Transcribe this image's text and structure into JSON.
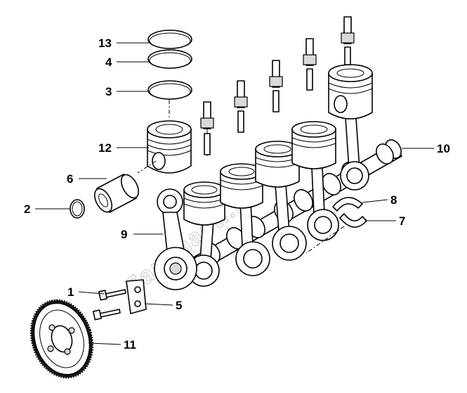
{
  "callouts": {
    "c13": "13",
    "c4": "4",
    "c3": "3",
    "c12": "12",
    "c6": "6",
    "c2": "2",
    "c9": "9",
    "c1": "1",
    "c5": "5",
    "c11": "11",
    "c10": "10",
    "c8": "8",
    "c7": "7"
  },
  "watermark": "Zapchasti.ru"
}
